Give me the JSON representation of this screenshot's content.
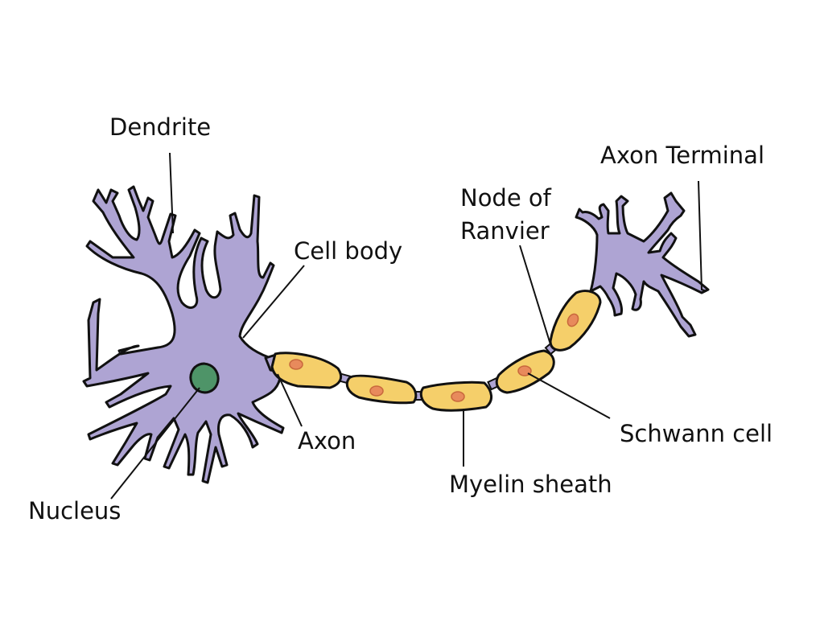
{
  "diagram": {
    "title": "Neuron structure",
    "colors": {
      "neuron_fill": "#aea4d3",
      "myelin_fill": "#f5cf6a",
      "schwann_nucleus": "#e88a5c",
      "nucleus_fill": "#4e9468",
      "outline": "#111111"
    },
    "labels": {
      "dendrite": "Dendrite",
      "cell_body": "Cell body",
      "axon": "Axon",
      "nucleus": "Nucleus",
      "node_of_ranvier_line1": "Node of",
      "node_of_ranvier_line2": "Ranvier",
      "axon_terminal": "Axon Terminal",
      "schwann_cell": "Schwann cell",
      "myelin_sheath": "Myelin sheath"
    }
  }
}
